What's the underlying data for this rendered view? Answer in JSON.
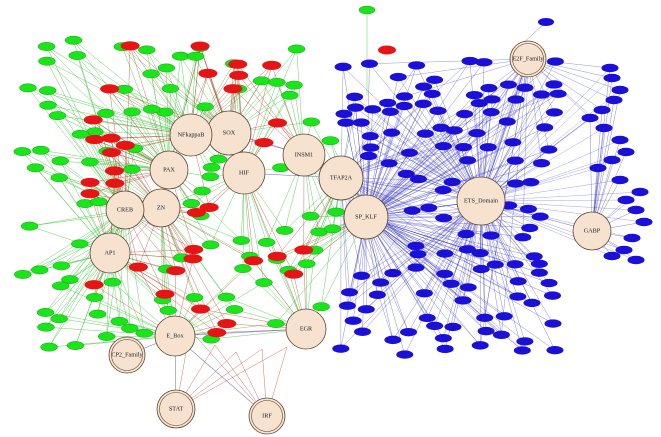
{
  "colors": {
    "background": "#ffffff",
    "hub_fill": "#f7e2cf",
    "hub_stroke": "#5b4636",
    "green_node": "#19e619",
    "green_stroke": "#0a8a0a",
    "red_node": "#e61414",
    "blue_node": "#1a10d8",
    "green_edge": "#31c431",
    "red_edge": "#c0392b",
    "blue_edge": "#2424b8",
    "label_green": "#0b3d0b",
    "label_red": "#ffffff",
    "label_blue": "#ffffff"
  },
  "hubs": {
    "sox": "SOX",
    "nfkappab": "NFkappaB",
    "insm1": "INSM1",
    "hif": "HIF",
    "pax": "PAX",
    "zn": "ZN",
    "creb": "CREB",
    "ap1": "AP1",
    "tfap2a": "TFAP2A",
    "sp_klf": "SP_KLF",
    "ets_domain": "ETS_Domain",
    "e2f_family": "E2F_Family",
    "gabp": "GABP",
    "e_box": "E_Box",
    "cp2_family": "CP2_Family",
    "egr": "EGR",
    "stat": "STAT",
    "irf": "IRF"
  }
}
